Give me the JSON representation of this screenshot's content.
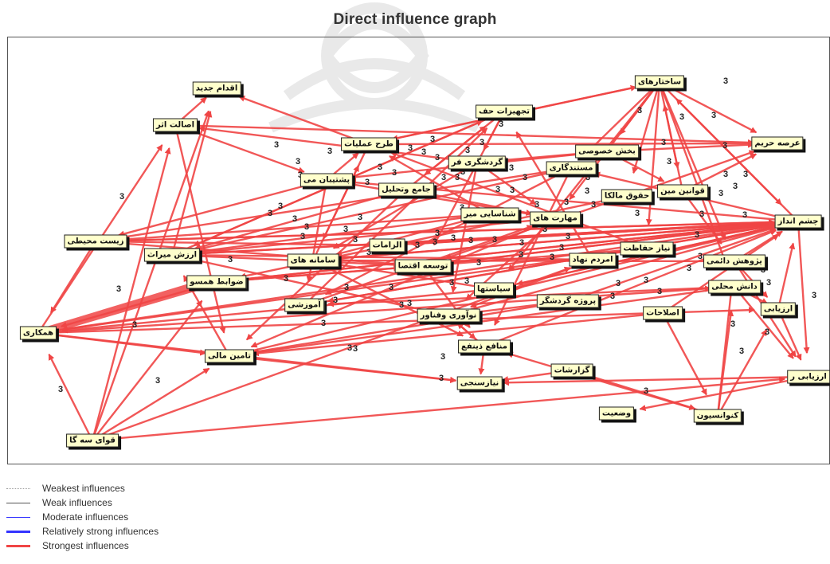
{
  "title": "Direct influence graph",
  "colors": {
    "strong_edge": "#f04545",
    "node_fill": "#ffffcc"
  },
  "nodes": [
    {
      "id": "n_sakhtar",
      "label": "ساختارهای"
    },
    {
      "id": "n_eghdam",
      "label": "اقدام جدید"
    },
    {
      "id": "n_esalat",
      "label": "اصالت اثر"
    },
    {
      "id": "n_tajhizat",
      "label": "تجهیزات حف"
    },
    {
      "id": "n_tarh",
      "label": "طرح عملیات"
    },
    {
      "id": "n_bakhsh",
      "label": "بخش خصوصی"
    },
    {
      "id": "n_arseh",
      "label": "عرصه حریم"
    },
    {
      "id": "n_gardesh",
      "label": "گردشگری فر"
    },
    {
      "id": "n_mostand",
      "label": "مستندگاری"
    },
    {
      "id": "n_poshtiban",
      "label": "پشتیبان می"
    },
    {
      "id": "n_jame",
      "label": "جامع وتحلیل"
    },
    {
      "id": "n_hoghogh",
      "label": "حقوق مالکا"
    },
    {
      "id": "n_ghavanin",
      "label": "قوانین مین"
    },
    {
      "id": "n_cheshm",
      "label": "چشم انداز"
    },
    {
      "id": "n_zist",
      "label": "زیست محیطی"
    },
    {
      "id": "n_shenasaei",
      "label": "شناسایی میر"
    },
    {
      "id": "n_maharat",
      "label": "مهارت های"
    },
    {
      "id": "n_arzesh",
      "label": "ارزش میراث"
    },
    {
      "id": "n_elzamat",
      "label": "الزامات"
    },
    {
      "id": "n_samaneh",
      "label": "سامانه های"
    },
    {
      "id": "n_tose",
      "label": "توسعه اقتصا"
    },
    {
      "id": "n_mardom",
      "label": "امردم نهاد"
    },
    {
      "id": "n_niaz",
      "label": "نیاز حفاظت"
    },
    {
      "id": "n_pajuhesh",
      "label": "پژوهش دائمی"
    },
    {
      "id": "n_zavabet",
      "label": "ضوابط همسو"
    },
    {
      "id": "n_danesh",
      "label": "دانش محلی"
    },
    {
      "id": "n_siasat",
      "label": "سیاستها"
    },
    {
      "id": "n_porozheh",
      "label": "پروژه گردشگر"
    },
    {
      "id": "n_amuzesh",
      "label": "آموزشی"
    },
    {
      "id": "n_noavari",
      "label": "نوآوری وفناور"
    },
    {
      "id": "n_eslahat",
      "label": "اصلاحات"
    },
    {
      "id": "n_hamkari",
      "label": "همکاری"
    },
    {
      "id": "n_arzyabi",
      "label": "ارزیابی"
    },
    {
      "id": "n_manafe",
      "label": "منافع ذینفع"
    },
    {
      "id": "n_tamin",
      "label": "تامین مالی"
    },
    {
      "id": "n_gozareshat",
      "label": "گزارشات"
    },
    {
      "id": "n_niazsanji",
      "label": "نیازسنجی"
    },
    {
      "id": "n_ravaj",
      "label": "ارزیابی ر"
    },
    {
      "id": "n_vaziat",
      "label": "وضعیت"
    },
    {
      "id": "n_convansion",
      "label": "کنوانسیون"
    },
    {
      "id": "n_ghovaye",
      "label": "قوای سه گا"
    }
  ],
  "edge_weight_label": "3",
  "legend": [
    {
      "label": "Weakest influences",
      "color": "#999999",
      "style": "dotted",
      "width": 1
    },
    {
      "label": "Weak influences",
      "color": "#555555",
      "style": "solid",
      "width": 1
    },
    {
      "label": "Moderate influences",
      "color": "#3333ff",
      "style": "solid",
      "width": 1
    },
    {
      "label": "Relatively strong influences",
      "color": "#3333ff",
      "style": "solid",
      "width": 3
    },
    {
      "label": "Strongest influences",
      "color": "#f04545",
      "style": "solid",
      "width": 3
    }
  ]
}
